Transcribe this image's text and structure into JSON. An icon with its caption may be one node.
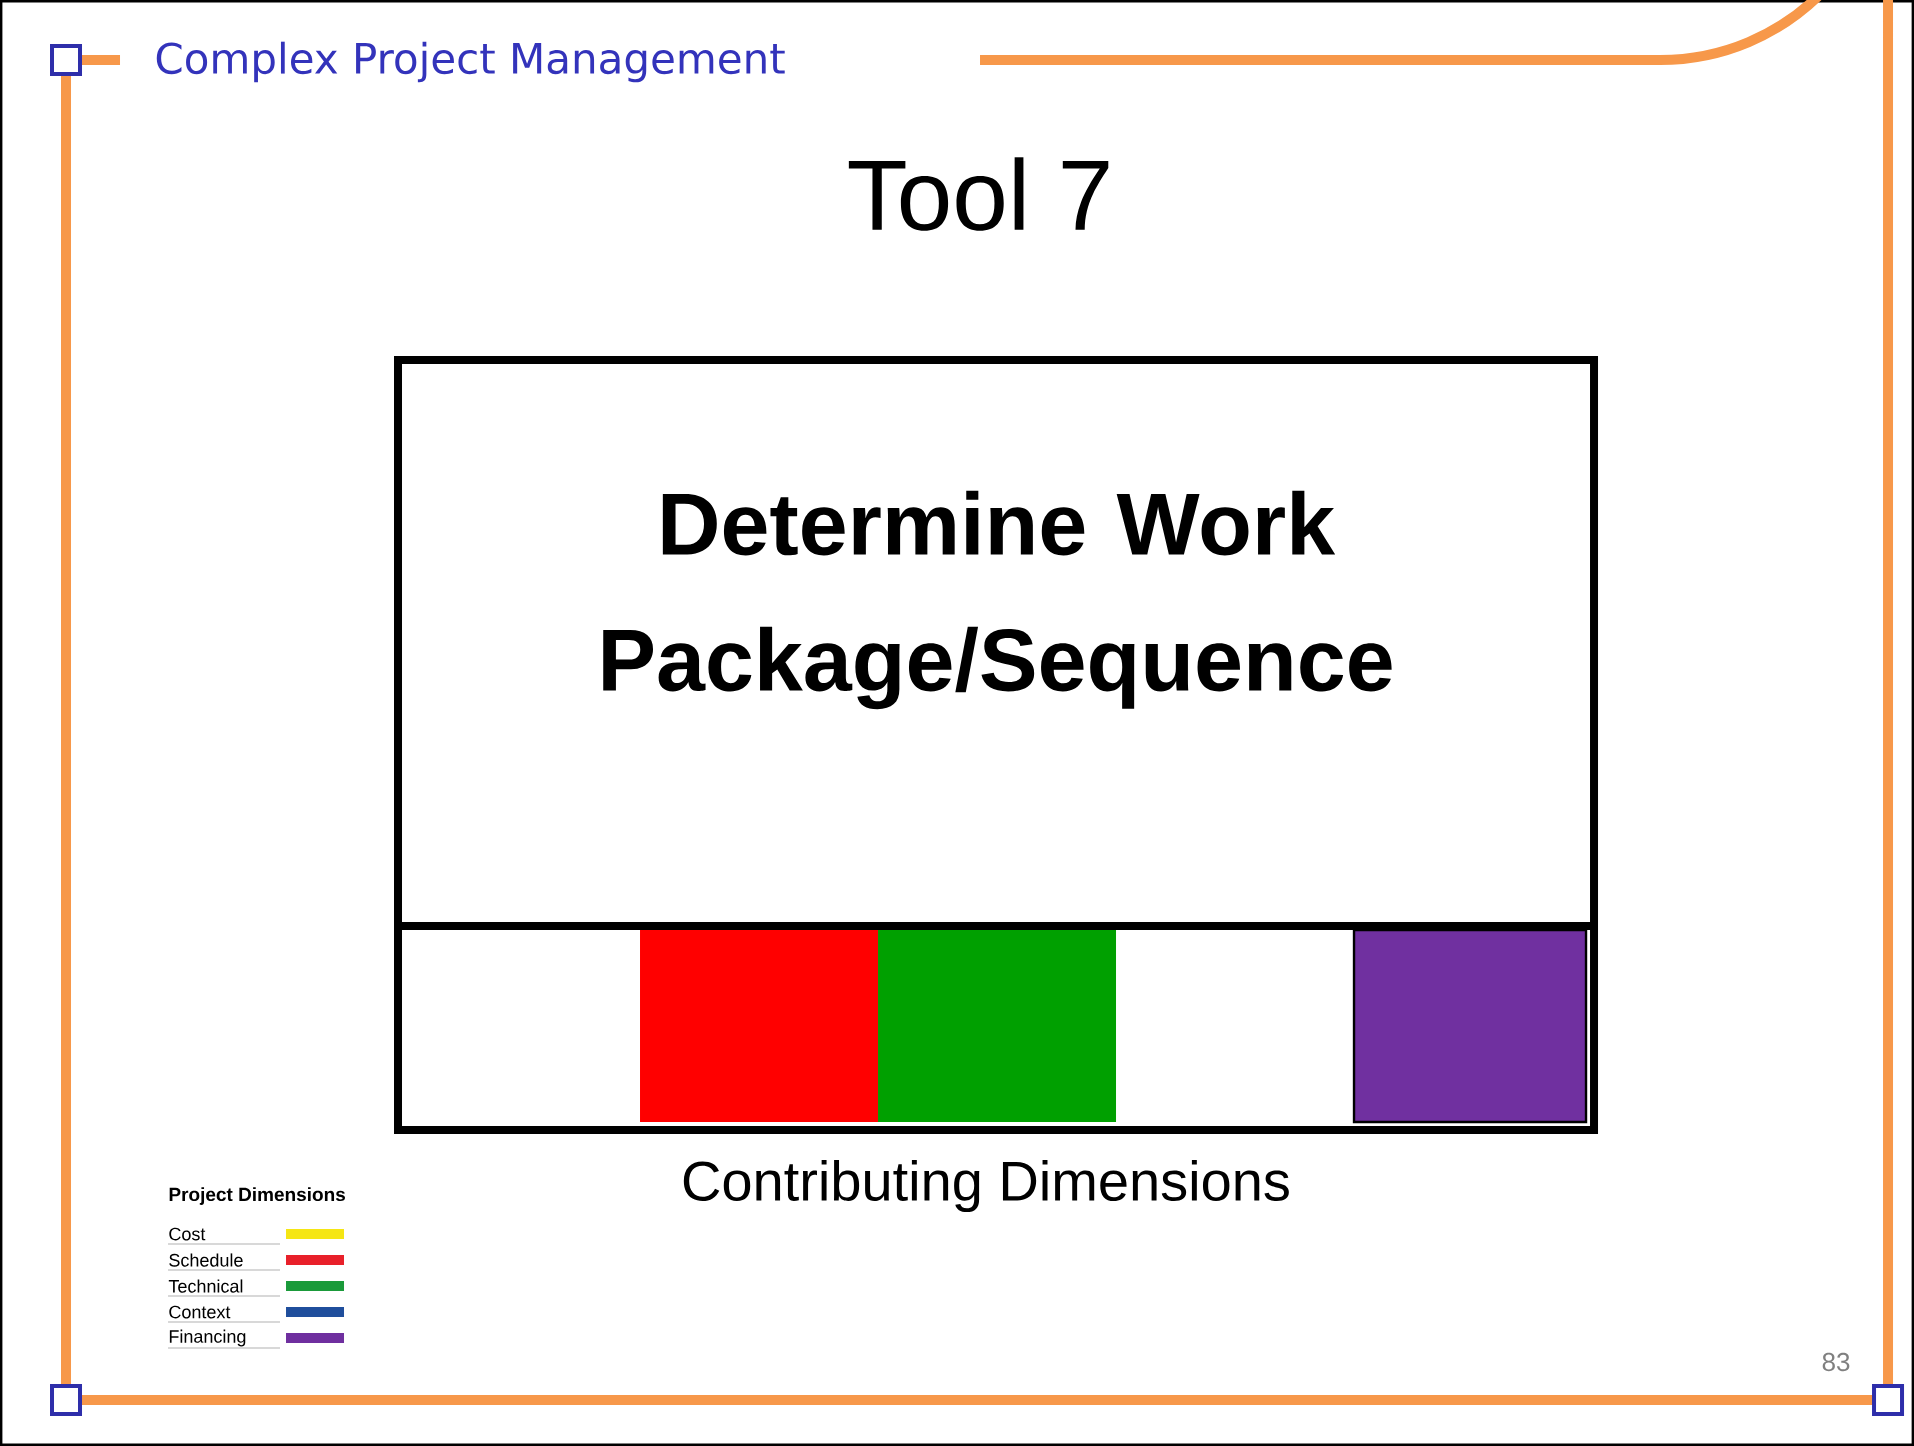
{
  "diagram": {
    "title": "Tool 7",
    "caption": "Contributing Dimensions",
    "nodes": [
      {
        "text": [
          "Determine Work Package/Sequence"
        ]
      }
    ],
    "edges": [],
    "labels": [
      "Complex Project Management",
      "Project Dimensions",
      "83"
    ],
    "legend": [
      {
        "text": "Cost",
        "color": "#f5e614"
      },
      {
        "text": "Schedule",
        "color": "#e8202a"
      },
      {
        "text": "Technical",
        "color": "#1a9a3a"
      },
      {
        "text": "Context",
        "color": "#1f4e9c"
      },
      {
        "text": "Financing",
        "color": "#6f2f9f"
      }
    ]
  }
}
